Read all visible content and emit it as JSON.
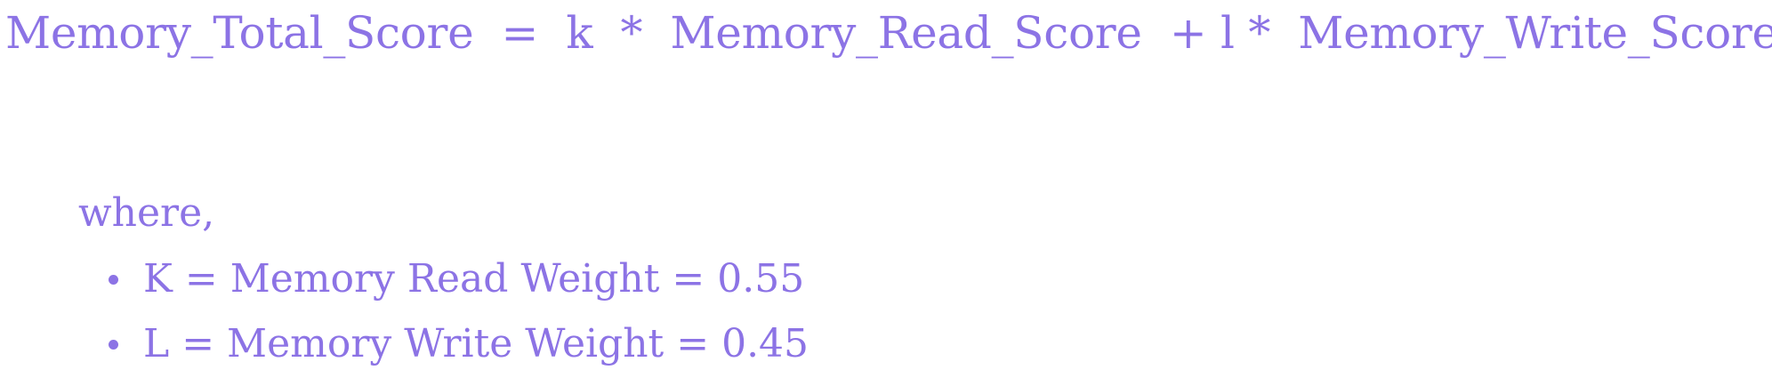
{
  "colors": {
    "text": "#8c73e5",
    "background": "#ffffff"
  },
  "formula": {
    "display_text": "Memory_Total_Score  =  k  *  Memory_Read_Score  + l *  Memory_Write_Score",
    "lhs": "Memory_Total_Score",
    "rhs": "k * Memory_Read_Score + l * Memory_Write_Score"
  },
  "where_label": "where,",
  "definitions": [
    {
      "variable": "K",
      "description": "Memory Read Weight",
      "value": "0.55",
      "text": "K = Memory Read Weight = 0.55"
    },
    {
      "variable": "L",
      "description": "Memory Write Weight",
      "value": "0.45",
      "text": "L = Memory Write Weight = 0.45"
    }
  ]
}
